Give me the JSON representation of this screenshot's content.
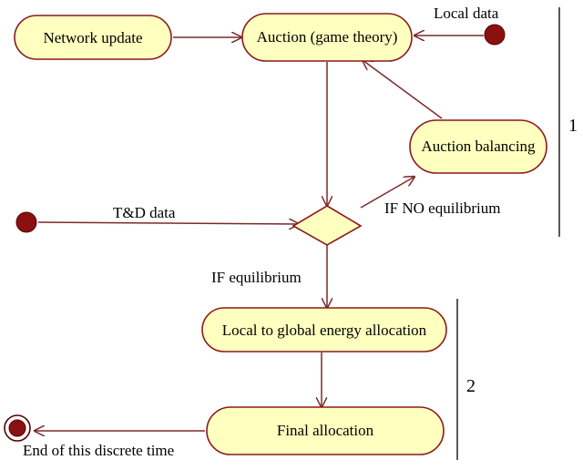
{
  "nodes": {
    "network_update": "Network update",
    "auction": "Auction (game theory)",
    "auction_balancing": "Auction balancing",
    "local_global": "Local to global energy allocation",
    "final_allocation": "Final allocation"
  },
  "inputs": {
    "local_data": "Local data",
    "td_data": "T&D data"
  },
  "conditions": {
    "no_equilibrium": "IF NO equilibrium",
    "equilibrium": "IF equilibrium"
  },
  "end_label": "End of this discrete time",
  "sections": {
    "first": "1",
    "second": "2"
  },
  "colors": {
    "node_fill": "#ffffc0",
    "node_border": "#8b1a1a",
    "start_dot": "#8b1010"
  }
}
